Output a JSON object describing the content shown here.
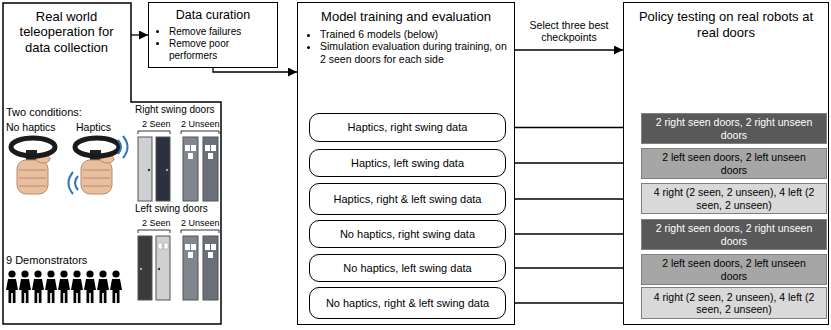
{
  "diagram": {
    "nodes": [
      {
        "text": [
          "Real world teleoperation for data collection"
        ]
      },
      {
        "text": [
          "Data curation",
          "Remove failures",
          "Remove poor performers"
        ]
      },
      {
        "text": [
          "Model training and evaluation",
          "Trained 6 models (below)",
          "Simulation evaluation during training, on 2 seen doors for each side"
        ]
      },
      {
        "text": [
          "Haptics, right swing data"
        ],
        "in": 2
      },
      {
        "text": [
          "Haptics, left swing data"
        ],
        "in": 2
      },
      {
        "text": [
          "Haptics, right & left swing data"
        ],
        "in": 2
      },
      {
        "text": [
          "No haptics, right swing data"
        ],
        "in": 2
      },
      {
        "text": [
          "No haptics, left swing data"
        ],
        "in": 2
      },
      {
        "text": [
          "No haptics, right & left swing data"
        ],
        "in": 2
      },
      {
        "text": [
          "Policy testing on real robots at real doors"
        ]
      },
      {
        "text": [
          "2 right seen doors, 2 right unseen doors"
        ],
        "in": 9
      },
      {
        "text": [
          "2 left seen doors, 2 left unseen doors"
        ],
        "in": 9
      },
      {
        "text": [
          "4 right (2 seen, 2 unseen), 4 left (2 seen, 2 unseen)"
        ],
        "in": 9
      },
      {
        "text": [
          "2 right seen doors, 2 right unseen doors"
        ],
        "in": 9
      },
      {
        "text": [
          "2 left seen doors, 2 left unseen doors"
        ],
        "in": 9
      },
      {
        "text": [
          "4 right (2 seen, 2 unseen), 4 left (2 seen, 2 unseen)"
        ],
        "in": 9
      }
    ],
    "edges": [
      {
        "from": 0,
        "to": 1,
        "arrow": "to"
      },
      {
        "from": 1,
        "to": 2,
        "arrow": "to"
      },
      {
        "from": 2,
        "to": 9,
        "label": "Select three best checkpoints",
        "arrow": "to"
      },
      {
        "from": 3,
        "to": 10,
        "arrow": "to"
      },
      {
        "from": 4,
        "to": 11,
        "arrow": "to"
      },
      {
        "from": 5,
        "to": 12,
        "arrow": "to"
      },
      {
        "from": 6,
        "to": 13,
        "arrow": "to"
      },
      {
        "from": 7,
        "to": 14,
        "arrow": "to"
      },
      {
        "from": 8,
        "to": 15,
        "arrow": "to"
      }
    ],
    "labels": [
      "Two conditions:",
      "No haptics",
      "Haptics",
      "Right swing doors",
      "2 Seen",
      "2 Unseen",
      "Left swing doors",
      "2 Seen",
      "2 Unseen",
      "9 Demonstrators"
    ]
  }
}
